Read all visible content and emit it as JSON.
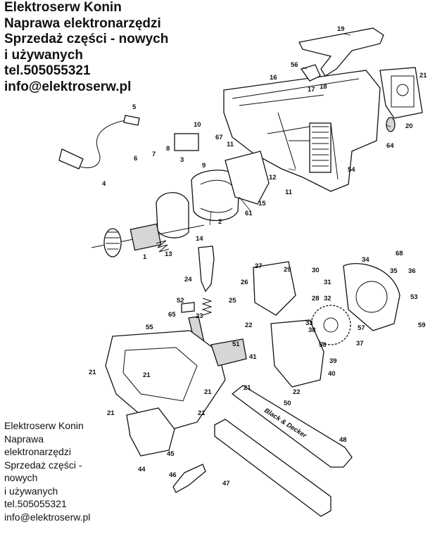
{
  "header": {
    "line1": "Elektroserw Konin",
    "line2": "Naprawa elektronarzędzi",
    "line3": "Sprzedaż części - nowych",
    "line4": "i używanych",
    "phone": "tel.505055321",
    "email": "info@elektroserw.pl"
  },
  "footer": {
    "line1": "Elektroserw Konin",
    "line2": "Naprawa",
    "line3": "elektronarzędzi",
    "line4": "Sprzedaż części -",
    "line5": "nowych",
    "line6": "i używanych",
    "phone": "tel.505055321",
    "email": "info@elektroserw.pl"
  },
  "brand": "Black & Decker",
  "part_numbers": [
    "1",
    "2",
    "3",
    "4",
    "5",
    "6",
    "7",
    "8",
    "9",
    "10",
    "11",
    "11",
    "12",
    "13",
    "14",
    "15",
    "16",
    "17",
    "18",
    "19",
    "20",
    "21",
    "21",
    "21",
    "21",
    "21",
    "21",
    "21",
    "22",
    "22",
    "23",
    "24",
    "25",
    "26",
    "27",
    "28",
    "29",
    "30",
    "31",
    "32",
    "33",
    "34",
    "35",
    "36",
    "37",
    "38",
    "39",
    "40",
    "41",
    "44",
    "45",
    "46",
    "47",
    "48",
    "50",
    "51",
    "52",
    "53",
    "54",
    "55",
    "56",
    "57",
    "58",
    "59",
    "61",
    "64",
    "65",
    "67",
    "68"
  ]
}
